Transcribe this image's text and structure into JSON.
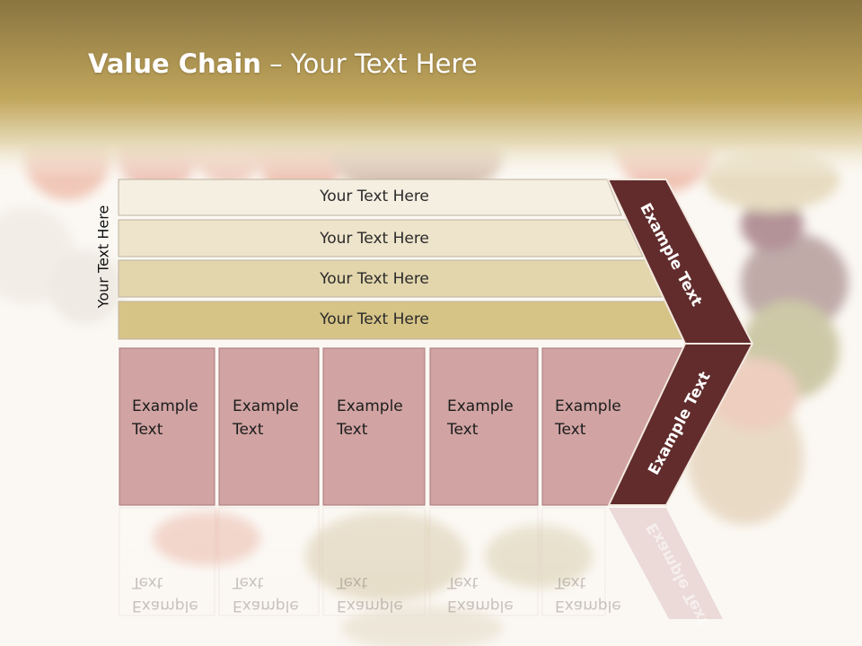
{
  "slide": {
    "title_bold": "Value Chain",
    "title_rest": " – Your Text Here",
    "side_label": "Your Text Here"
  },
  "bars": [
    {
      "label": "Your Text Here"
    },
    {
      "label": "Your Text Here"
    },
    {
      "label": "Your Text Here"
    },
    {
      "label": "Your Text Here"
    }
  ],
  "boxes": [
    {
      "line1": "Example",
      "line2": "Text"
    },
    {
      "line1": "Example",
      "line2": "Text"
    },
    {
      "line1": "Example",
      "line2": "Text"
    },
    {
      "line1": "Example",
      "line2": "Text"
    },
    {
      "line1": "Example",
      "line2": "Text"
    }
  ],
  "arrow": {
    "upper_label": "Example Text",
    "lower_label": "Example Text"
  },
  "colors": {
    "header": "#b39a4f",
    "bar1": "#f5efe2",
    "bar2": "#eee4cb",
    "bar3": "#e3d6ad",
    "bar4": "#d6c487",
    "box_fill": "#d1a3a3",
    "box_stroke": "#a87a7a",
    "arrow_fill": "#622c2c"
  }
}
